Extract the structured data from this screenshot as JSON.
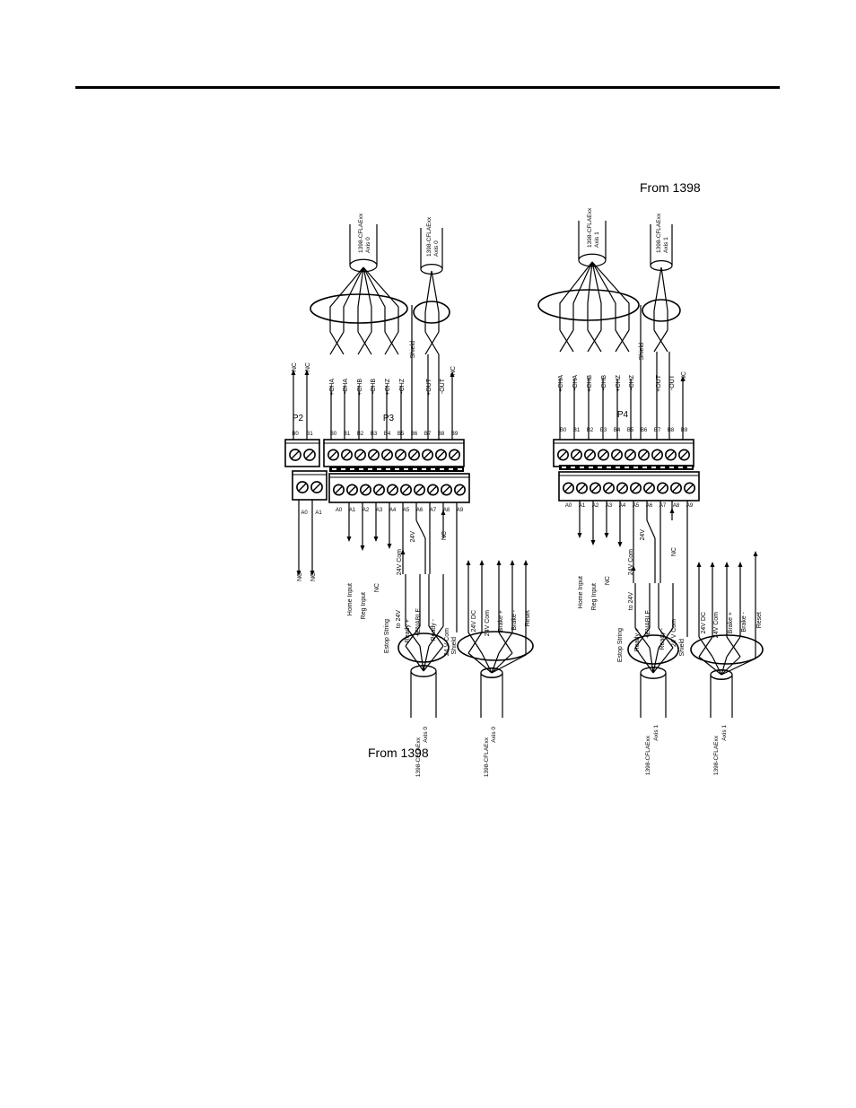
{
  "captions": {
    "top_right": "From 1398",
    "bottom_left": "From 1398"
  },
  "cable_labels": {
    "p3_top_big": [
      "1398-CFLAExx",
      "Axis 0"
    ],
    "p3_top_small": [
      "1398-CFLAExx",
      "Axis 0"
    ],
    "p4_top_big": [
      "1398-CFLAExx",
      "Axis 1"
    ],
    "p4_top_small": [
      "1398-CFLAExx",
      "Axis 1"
    ],
    "p3_bot_left": [
      "1398-CFLAExx",
      "Axis 0"
    ],
    "p3_bot_right": [
      "1398-CFLAExx",
      "Axis 0"
    ],
    "p4_bot_left": [
      "1398-CFLAExx",
      "Axis 1"
    ],
    "p4_bot_right": [
      "1398-CFLAExx",
      "Axis 1"
    ]
  },
  "connectors": {
    "p2": "P2",
    "p3": "P3",
    "p4": "P4"
  },
  "p2": {
    "top_pins": [
      "B0",
      "B1"
    ],
    "bottom_pins": [
      "A0",
      "A1"
    ],
    "top_signals": [
      "NC",
      "NC"
    ],
    "bottom_signals": [
      "NC",
      "NC"
    ]
  },
  "p3": {
    "top_pins": [
      "B0",
      "B1",
      "B2",
      "B3",
      "B4",
      "B5",
      "B6",
      "B7",
      "B8",
      "B9"
    ],
    "bottom_pins": [
      "A0",
      "A1",
      "A2",
      "A3",
      "A4",
      "A5",
      "A6",
      "A7",
      "A8",
      "A9"
    ],
    "top_signals": [
      "+CHA",
      "-CHA",
      "+CHB",
      "-CHB",
      "+CHZ",
      "-CHZ",
      "+OUT",
      "-OUT",
      "NC"
    ],
    "shield": "Shield",
    "bottom_signals": [
      "Home Input",
      "Reg Input",
      "NC",
      "24V Com",
      "24V",
      "NC"
    ],
    "lower_signals": [
      "Estop String",
      "to 24V",
      "Ready +",
      "+ENABLE",
      "Ready -",
      "24 V Com",
      "Shield"
    ],
    "lower_right_signals": [
      "24V DC",
      "24V Com",
      "Brake +",
      "Brake -",
      "Reset"
    ]
  },
  "p4": {
    "top_pins": [
      "B0",
      "B1",
      "B2",
      "B3",
      "B4",
      "B5",
      "B6",
      "B7",
      "B8",
      "B9"
    ],
    "bottom_pins": [
      "A0",
      "A1",
      "A2",
      "A3",
      "A4",
      "A5",
      "A6",
      "A7",
      "A8",
      "A9"
    ],
    "top_signals": [
      "+CHA",
      "-CHA",
      "+CHB",
      "-CHB",
      "+CHZ",
      "-CHZ",
      "Shield",
      "+OUT",
      "-OUT",
      "NC"
    ],
    "bottom_signals": [
      "Home Input",
      "Reg Input",
      "NC",
      "24V Com",
      "24V",
      "NC"
    ],
    "lower_signals": [
      "Estop String",
      "to 24V",
      "Ready +",
      "+ENABLE",
      "Ready -",
      "24 V Com",
      "Shield"
    ],
    "lower_right_signals": [
      "24V DC",
      "24V Com",
      "Brake +",
      "Brake -",
      "Reset"
    ]
  }
}
